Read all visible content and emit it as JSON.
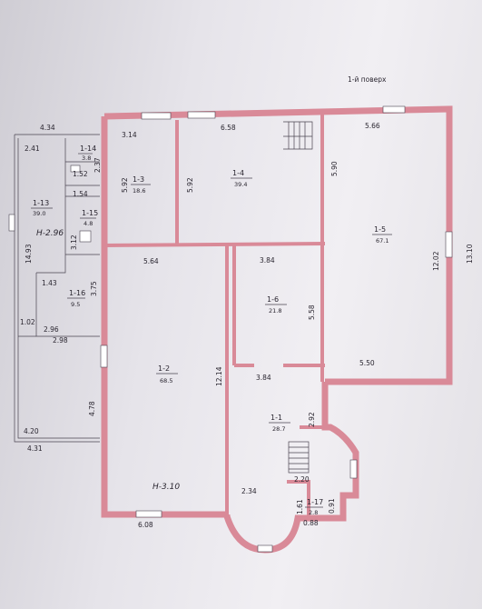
{
  "header": {
    "floor_label": "1-й поверх"
  },
  "rooms": [
    {
      "id": "1-14",
      "area": "3.8"
    },
    {
      "id": "1-13",
      "area": "39.0"
    },
    {
      "id": "1-15",
      "area": "4.8"
    },
    {
      "id": "1-16",
      "area": "9.5"
    },
    {
      "id": "1-3",
      "area": "18.6"
    },
    {
      "id": "1-4",
      "area": "39.4"
    },
    {
      "id": "1-5",
      "area": "67.1"
    },
    {
      "id": "1-6",
      "area": "21.8"
    },
    {
      "id": "1-2",
      "area": "68.5"
    },
    {
      "id": "1-1",
      "area": "28.7"
    },
    {
      "id": "1-17",
      "area": "2.8"
    }
  ],
  "dimensions": [
    "4.34",
    "2.41",
    "2.37",
    "1.52",
    "1.54",
    "3.12",
    "14.93",
    "1.43",
    "3.75",
    "1.02",
    "2.96",
    "2.98",
    "4.78",
    "4.20",
    "4.31",
    "3.14",
    "6.58",
    "5.66",
    "5.92",
    "5.92",
    "5.90",
    "5.64",
    "3.84",
    "5.58",
    "12.02",
    "13.10",
    "12.14",
    "5.50",
    "3.84",
    "2.92",
    "2.20",
    "2.34",
    "1.61",
    "0.91",
    "0.88",
    "6.08"
  ],
  "heights": {
    "left_block": "H-2.96",
    "main_block": "H-3.10"
  }
}
